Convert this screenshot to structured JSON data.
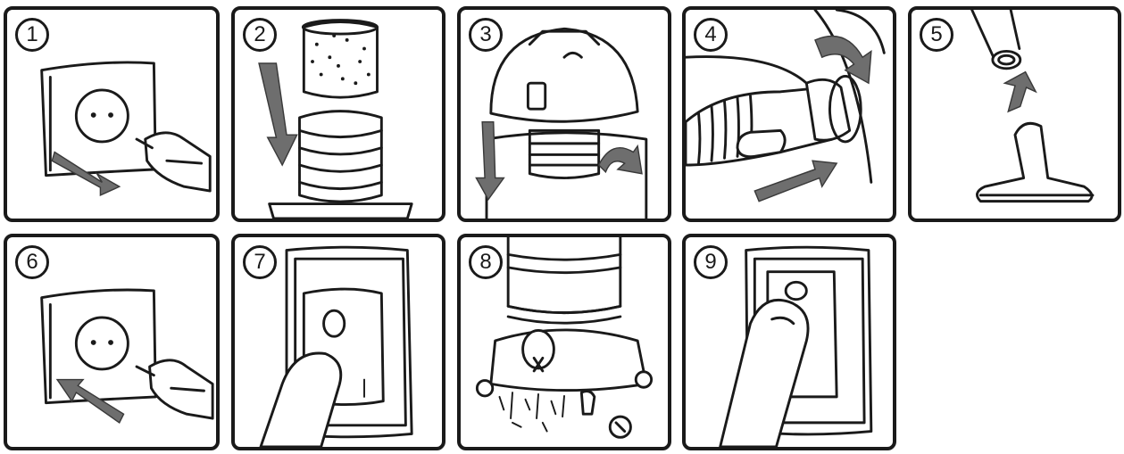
{
  "steps": [
    {
      "number": "1",
      "icon": "unplug-from-socket-icon"
    },
    {
      "number": "2",
      "icon": "insert-foam-filter-icon"
    },
    {
      "number": "3",
      "icon": "attach-motor-head-icon"
    },
    {
      "number": "4",
      "icon": "connect-hose-icon"
    },
    {
      "number": "5",
      "icon": "attach-nozzle-icon"
    },
    {
      "number": "6",
      "icon": "plug-into-socket-icon"
    },
    {
      "number": "7",
      "icon": "press-power-switch-icon"
    },
    {
      "number": "8",
      "icon": "vacuum-debris-icon"
    },
    {
      "number": "9",
      "icon": "switch-off-icon"
    }
  ],
  "colors": {
    "ink": "#1a1a1a",
    "arrow": "#6e6e6e",
    "background": "#ffffff"
  }
}
